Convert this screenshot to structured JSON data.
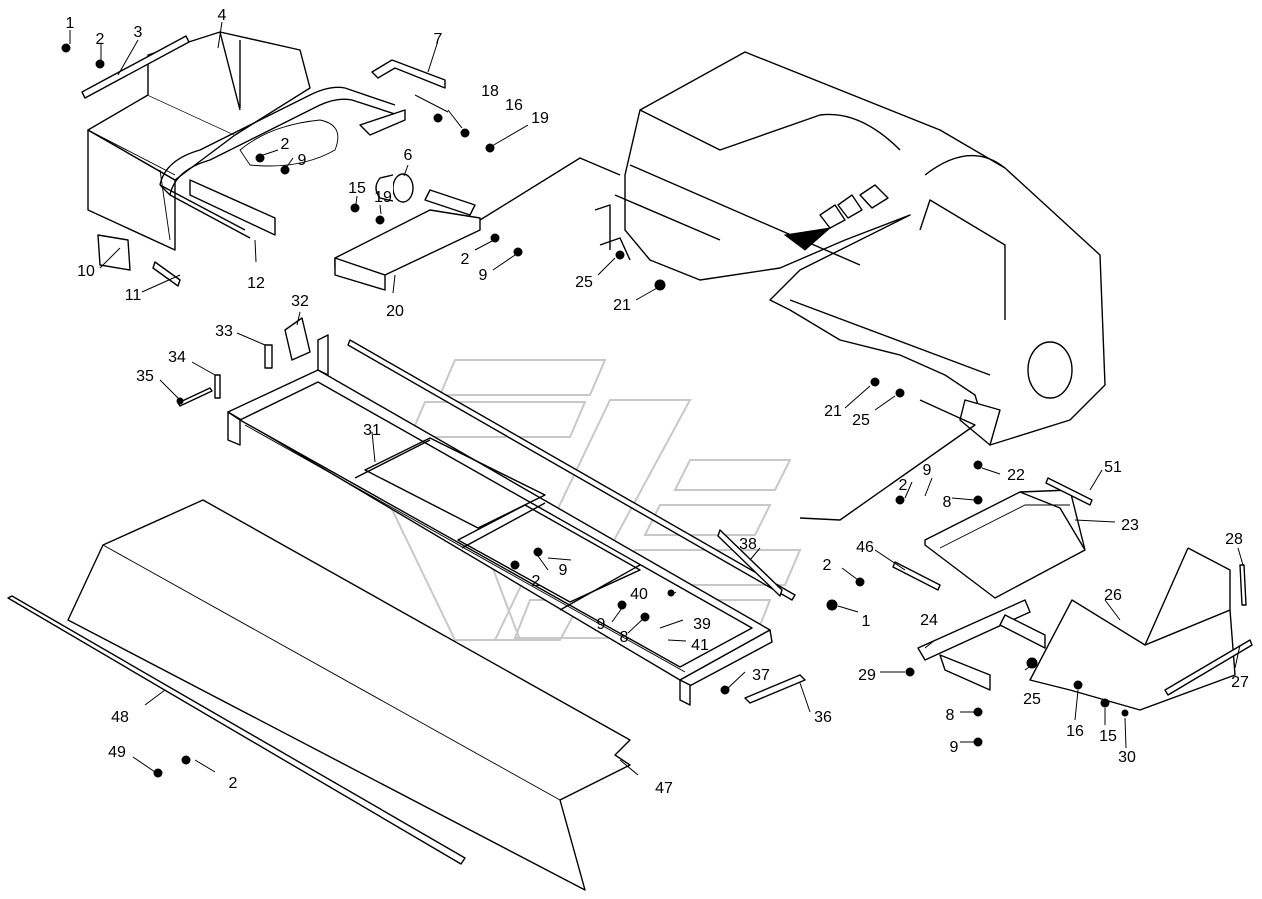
{
  "callouts": [
    {
      "id": "c-1a",
      "text": "1"
    },
    {
      "id": "c-2a",
      "text": "2"
    },
    {
      "id": "c-3",
      "text": "3"
    },
    {
      "id": "c-4",
      "text": "4"
    },
    {
      "id": "c-7",
      "text": "7"
    },
    {
      "id": "c-18",
      "text": "18"
    },
    {
      "id": "c-16a",
      "text": "16"
    },
    {
      "id": "c-19a",
      "text": "19"
    },
    {
      "id": "c-2b",
      "text": "2"
    },
    {
      "id": "c-9a",
      "text": "9"
    },
    {
      "id": "c-6",
      "text": "6"
    },
    {
      "id": "c-15a",
      "text": "15"
    },
    {
      "id": "c-19b",
      "text": "19"
    },
    {
      "id": "c-10",
      "text": "10"
    },
    {
      "id": "c-11",
      "text": "11"
    },
    {
      "id": "c-12",
      "text": "12"
    },
    {
      "id": "c-2c",
      "text": "2"
    },
    {
      "id": "c-9b",
      "text": "9"
    },
    {
      "id": "c-20",
      "text": "20"
    },
    {
      "id": "c-25a",
      "text": "25"
    },
    {
      "id": "c-21a",
      "text": "21"
    },
    {
      "id": "c-32",
      "text": "32"
    },
    {
      "id": "c-33",
      "text": "33"
    },
    {
      "id": "c-34",
      "text": "34"
    },
    {
      "id": "c-35",
      "text": "35"
    },
    {
      "id": "c-31",
      "text": "31"
    },
    {
      "id": "c-21b",
      "text": "21"
    },
    {
      "id": "c-25b",
      "text": "25"
    },
    {
      "id": "c-2d",
      "text": "2"
    },
    {
      "id": "c-9c",
      "text": "9"
    },
    {
      "id": "c-22",
      "text": "22"
    },
    {
      "id": "c-51",
      "text": "51"
    },
    {
      "id": "c-8a",
      "text": "8"
    },
    {
      "id": "c-23",
      "text": "23"
    },
    {
      "id": "c-46",
      "text": "46"
    },
    {
      "id": "c-2e",
      "text": "2"
    },
    {
      "id": "c-1b",
      "text": "1"
    },
    {
      "id": "c-28",
      "text": "28"
    },
    {
      "id": "c-38",
      "text": "38"
    },
    {
      "id": "c-2f",
      "text": "2"
    },
    {
      "id": "c-9d",
      "text": "9"
    },
    {
      "id": "c-40",
      "text": "40"
    },
    {
      "id": "c-9e",
      "text": "9"
    },
    {
      "id": "c-8b",
      "text": "8"
    },
    {
      "id": "c-39",
      "text": "39"
    },
    {
      "id": "c-41",
      "text": "41"
    },
    {
      "id": "c-26",
      "text": "26"
    },
    {
      "id": "c-24",
      "text": "24"
    },
    {
      "id": "c-29",
      "text": "29"
    },
    {
      "id": "c-25c",
      "text": "25"
    },
    {
      "id": "c-27",
      "text": "27"
    },
    {
      "id": "c-37",
      "text": "37"
    },
    {
      "id": "c-36",
      "text": "36"
    },
    {
      "id": "c-48",
      "text": "48"
    },
    {
      "id": "c-8c",
      "text": "8"
    },
    {
      "id": "c-16b",
      "text": "16"
    },
    {
      "id": "c-15b",
      "text": "15"
    },
    {
      "id": "c-49",
      "text": "49"
    },
    {
      "id": "c-2g",
      "text": "2"
    },
    {
      "id": "c-9f",
      "text": "9"
    },
    {
      "id": "c-30",
      "text": "30"
    },
    {
      "id": "c-47",
      "text": "47"
    }
  ]
}
